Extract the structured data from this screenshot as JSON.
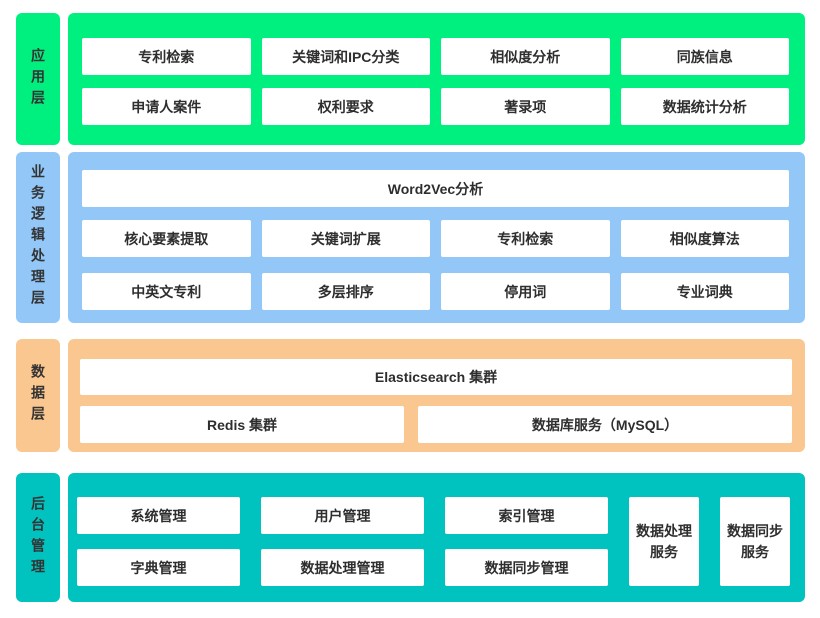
{
  "text_color": "#2e2e2e",
  "layers": [
    {
      "label": "应用层",
      "color": "#00F07F",
      "rows": [
        [
          "专利检索",
          "关键词和IPC分类",
          "相似度分析",
          "同族信息"
        ],
        [
          "申请人案件",
          "权利要求",
          "著录项",
          "数据统计分析"
        ]
      ]
    },
    {
      "label": "业务逻辑处理层",
      "color": "#92C7F7",
      "wide_box": "Word2Vec分析",
      "rows": [
        [
          "核心要素提取",
          "关键词扩展",
          "专利检索",
          "相似度算法"
        ],
        [
          "中英文专利",
          "多层排序",
          "停用词",
          "专业词典"
        ]
      ]
    },
    {
      "label": "数据层",
      "color": "#FAC791",
      "wide_box": "Elasticsearch 集群",
      "rows": [
        [
          "Redis 集群",
          "数据库服务（MySQL）"
        ]
      ]
    },
    {
      "label": "后台管理",
      "color": "#00C3BF",
      "rows": [
        [
          "系统管理",
          "用户管理",
          "索引管理"
        ],
        [
          "字典管理",
          "数据处理管理",
          "数据同步管理"
        ]
      ],
      "tall_boxes": [
        {
          "lines": [
            "数据处理",
            "服务"
          ]
        },
        {
          "lines": [
            "数据同步",
            "服务"
          ]
        }
      ]
    }
  ]
}
